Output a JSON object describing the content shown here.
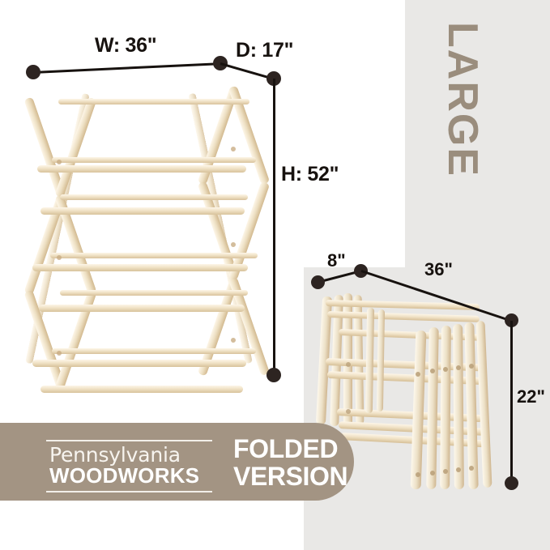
{
  "product": {
    "size_label": "LARGE",
    "brand_line1": "Pennsylvania",
    "brand_line2": "WOODWORKS",
    "folded_title_line1": "FOLDED",
    "folded_title_line2": "VERSION"
  },
  "colors": {
    "banner": "#a39483",
    "panel_gray": "#e9e8e6",
    "large_text": "#9a8d7d",
    "dimension_dot": "#2d2421",
    "dimension_line": "#17120f",
    "wood_light": "#f4e8d2",
    "wood_mid": "#e3d0ad",
    "wood_dark": "#cdb48a"
  },
  "dimensions": {
    "open": [
      {
        "id": "width",
        "label": "W: 36\""
      },
      {
        "id": "depth",
        "label": "D: 17\""
      },
      {
        "id": "height",
        "label": "H: 52\""
      }
    ],
    "folded": [
      {
        "id": "folded-depth",
        "label": "8\""
      },
      {
        "id": "folded-width",
        "label": "36\""
      },
      {
        "id": "folded-height",
        "label": "22\""
      }
    ]
  }
}
